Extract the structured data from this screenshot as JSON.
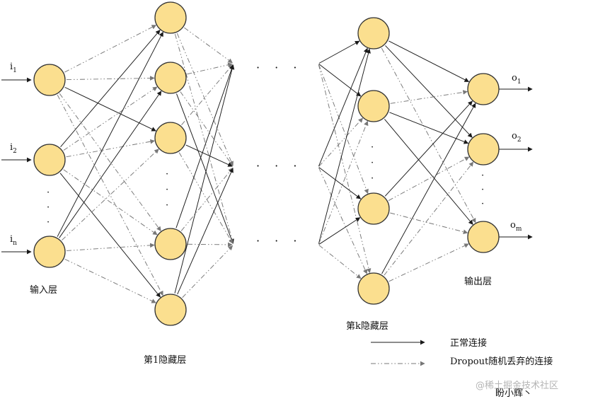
{
  "inputs": [
    {
      "base": "i",
      "sub": "1"
    },
    {
      "base": "i",
      "sub": "2"
    },
    {
      "base": "i",
      "sub": "n"
    }
  ],
  "outputs": [
    {
      "base": "o",
      "sub": "1"
    },
    {
      "base": "o",
      "sub": "2"
    },
    {
      "base": "o",
      "sub": "m"
    }
  ],
  "labels": {
    "input_layer": "输入层",
    "hidden_first": "第1隐藏层",
    "hidden_k": "第k隐藏层",
    "output_layer": "输出层"
  },
  "ellipsis": "·",
  "hellip": "· · ·",
  "legend": {
    "normal": "正常连接",
    "dropout": "Dropout随机丢弃的连接"
  },
  "watermark": "@稀土掘金技术社区",
  "author": "盼小辉丶"
}
